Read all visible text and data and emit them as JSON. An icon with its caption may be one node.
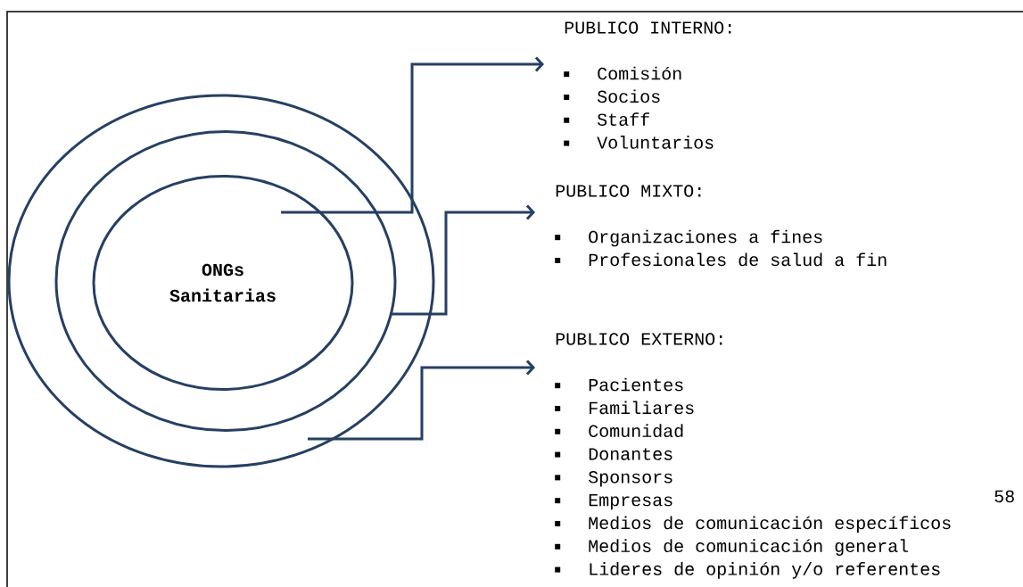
{
  "diagram": {
    "nodes": [
      {
        "text": [],
        "shape": "circle"
      },
      {
        "text": [],
        "shape": "circle",
        "in": 0
      },
      {
        "text": [
          "ONGs Sanitarias"
        ],
        "in": 1
      },
      {
        "text": [
          "PUBLICO INTERNO:",
          "Comisión",
          "Socios",
          "Staff",
          "Voluntarios"
        ]
      },
      {
        "text": [
          "PUBLICO MIXTO:",
          "Organizaciones a fines",
          "Profesionales de salud a fin"
        ]
      },
      {
        "text": [
          "PUBLICO EXTERNO:",
          "Pacientes",
          "Familiares",
          "Comunidad",
          "Donantes",
          "Sponsors",
          "Empresas",
          "Medios de comunicación específicos",
          "Medios de comunicación general",
          "Lideres de opinión y/o referentes"
        ]
      }
    ],
    "edges": [
      {
        "from": 2,
        "to": 3,
        "arrow": "to"
      },
      {
        "from": 1,
        "to": 4,
        "arrow": "to"
      },
      {
        "from": 0,
        "to": 5,
        "arrow": "to"
      }
    ],
    "labels": [
      "58"
    ]
  }
}
